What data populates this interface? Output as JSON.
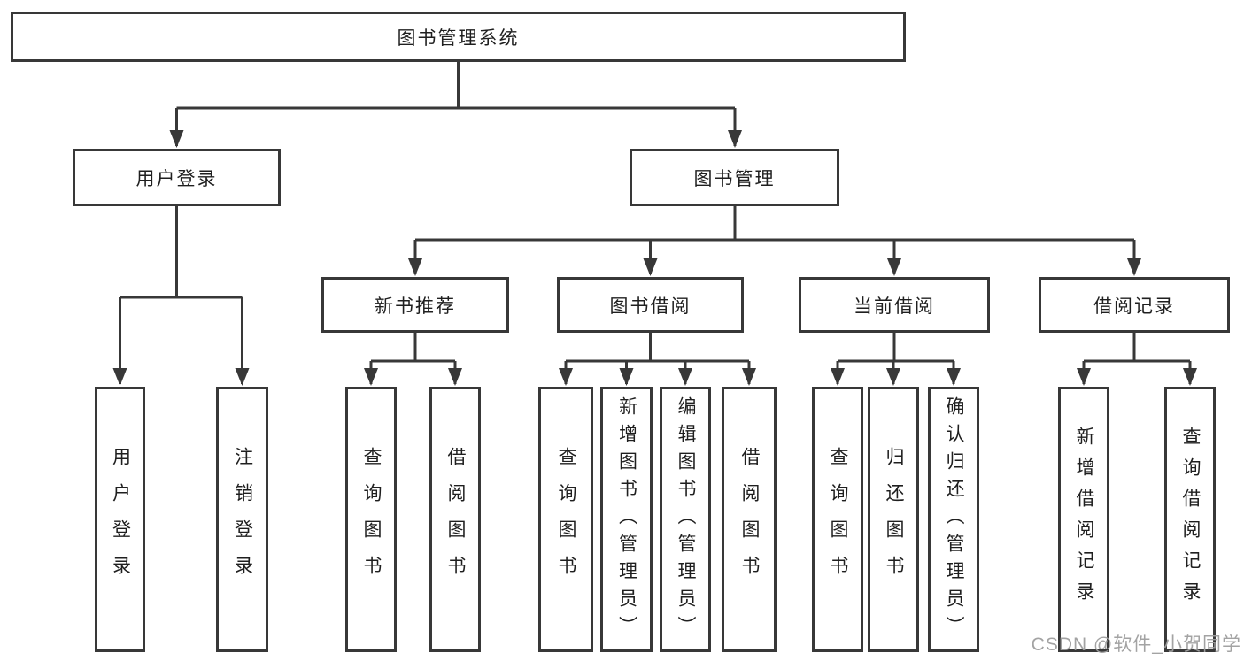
{
  "tree": {
    "root": "图书管理系统",
    "children": [
      {
        "label": "用户登录",
        "children": [
          "用户登录",
          "注销登录"
        ]
      },
      {
        "label": "图书管理",
        "children": [
          {
            "label": "新书推荐",
            "children": [
              "查询图书",
              "借阅图书"
            ]
          },
          {
            "label": "图书借阅",
            "children": [
              "查询图书",
              "新增图书（管理员）",
              "编辑图书（管理员）",
              "借阅图书"
            ]
          },
          {
            "label": "当前借阅",
            "children": [
              "查询图书",
              "归还图书",
              "确认归还（管理员）"
            ]
          },
          {
            "label": "借阅记录",
            "children": [
              "新增借阅记录",
              "查询借阅记录"
            ]
          }
        ]
      }
    ]
  },
  "watermark": {
    "text": "CSDN @软件_小贺同学"
  },
  "colors": {
    "line": "#383838",
    "box_border": "#383838",
    "text": "#1f1f1f",
    "watermark": "#9e9e9e",
    "background": "#ffffff"
  }
}
